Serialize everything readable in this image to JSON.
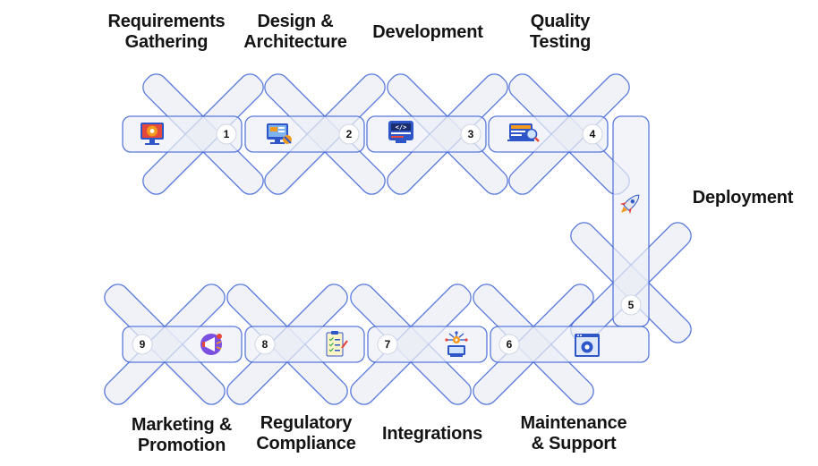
{
  "steps": [
    {
      "number": "1",
      "label": "Requirements\nGathering",
      "icon": "gear-monitor-icon"
    },
    {
      "number": "2",
      "label": "Design &\nArchitecture",
      "icon": "design-monitor-icon"
    },
    {
      "number": "3",
      "label": "Development",
      "icon": "code-monitor-icon"
    },
    {
      "number": "4",
      "label": "Quality\nTesting",
      "icon": "testing-magnifier-icon"
    },
    {
      "number": "5",
      "label": "Deployment",
      "icon": "rocket-icon"
    },
    {
      "number": "6",
      "label": "Maintenance\n& Support",
      "icon": "settings-window-icon"
    },
    {
      "number": "7",
      "label": "Integrations",
      "icon": "integration-monitor-icon"
    },
    {
      "number": "8",
      "label": "Regulatory\nCompliance",
      "icon": "checklist-icon"
    },
    {
      "number": "9",
      "label": "Marketing &\nPromotion",
      "icon": "megaphone-icon"
    }
  ],
  "colors": {
    "band_fill": "#e9ecf4",
    "band_stroke": "#3d63d6",
    "accent_blue": "#2f56c9",
    "accent_orange": "#f39a1e",
    "accent_red": "#e5483c",
    "text": "#141414"
  }
}
